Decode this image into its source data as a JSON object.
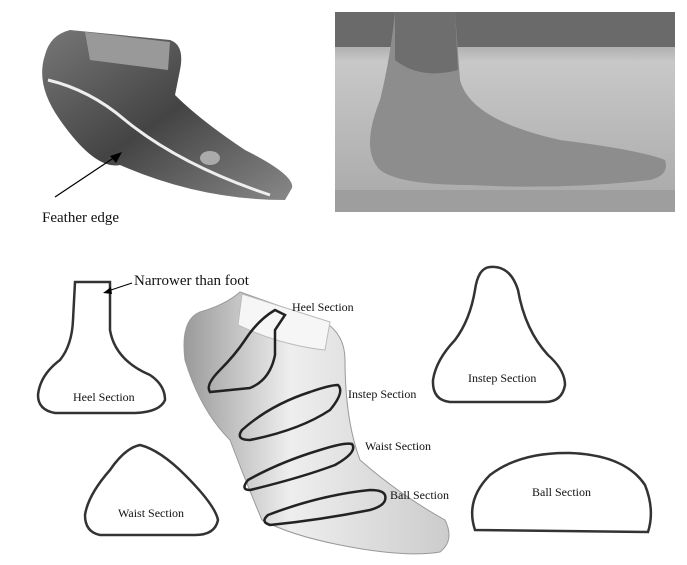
{
  "labels": {
    "feather_edge": "Feather edge",
    "narrower_than_foot": "Narrower than foot",
    "heel_section_last": "Heel Section",
    "instep_section_last": "Instep Section",
    "waist_section_last": "Waist Section",
    "ball_section_last": "Ball Section",
    "heel_section": "Heel Section",
    "instep_section": "Instep Section",
    "waist_section": "Waist Section",
    "ball_section": "Ball Section"
  },
  "colors": {
    "outline": "#333333",
    "last_dark": "#555555",
    "last_light": "#e6e6e6"
  }
}
